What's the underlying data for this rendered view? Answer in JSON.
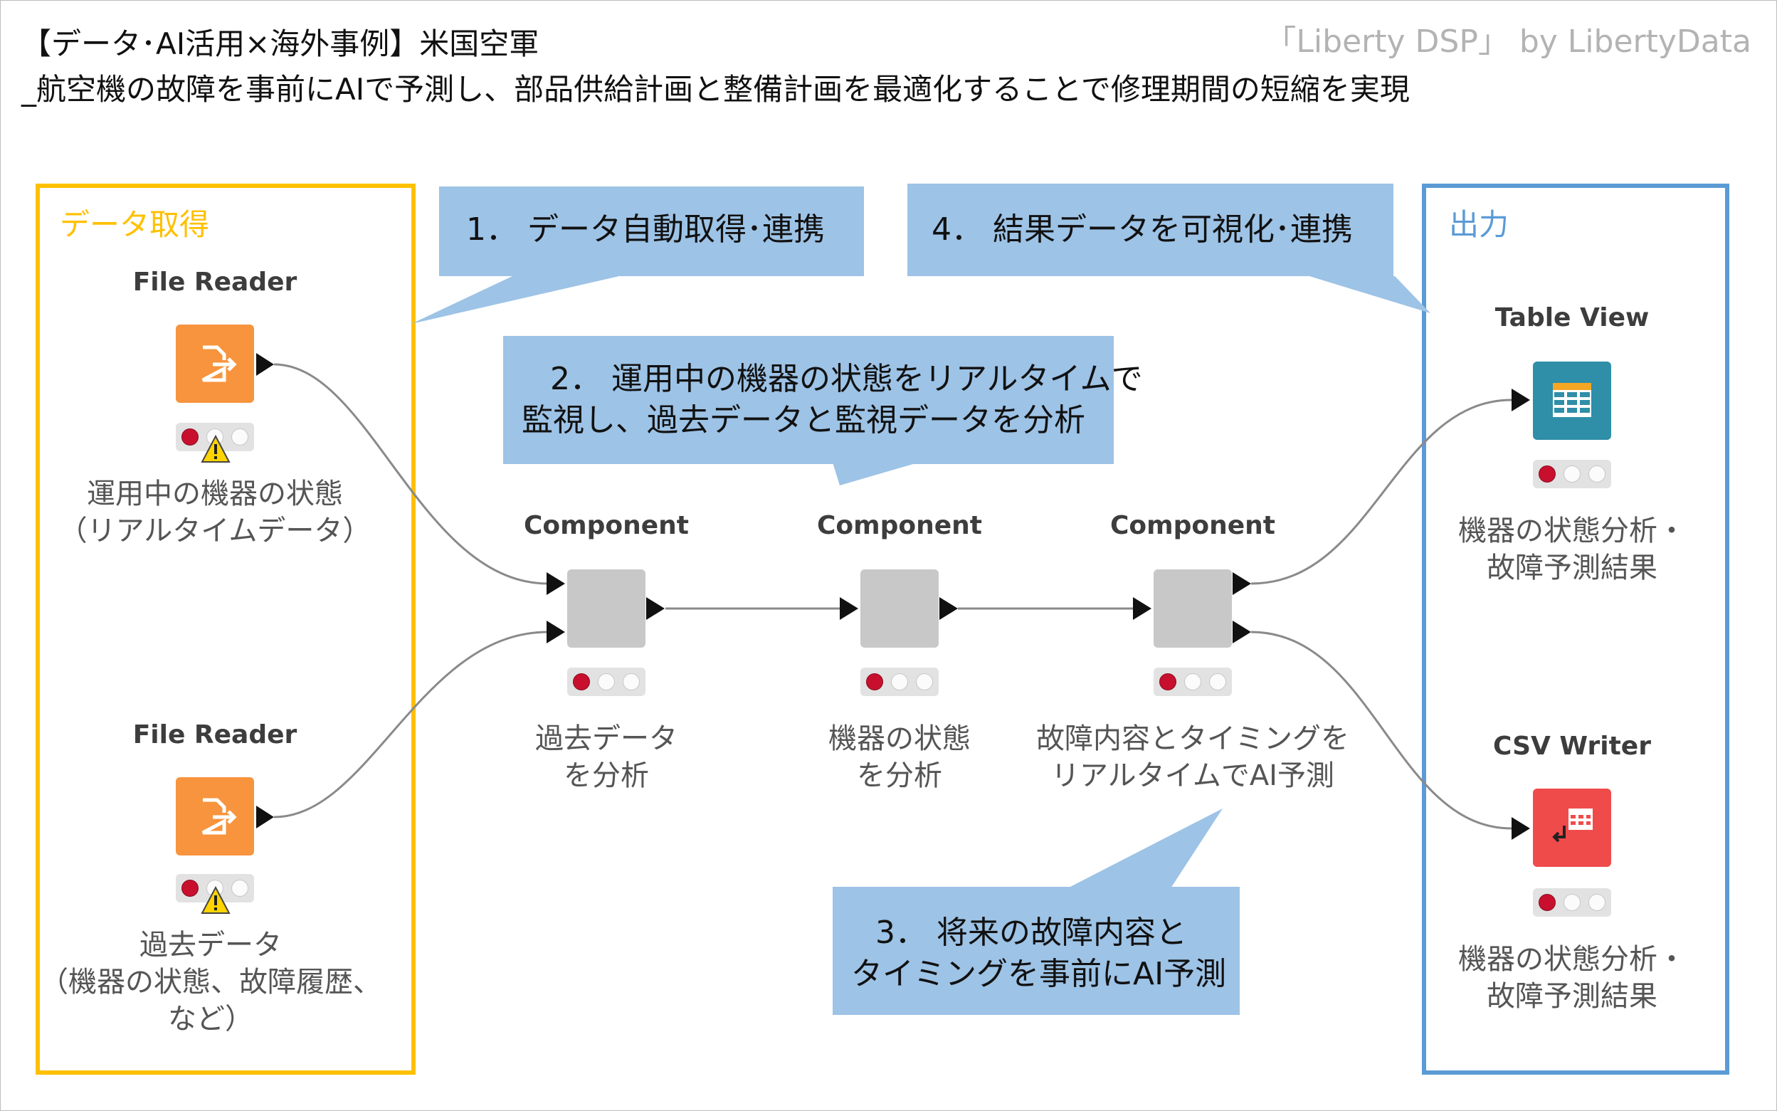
{
  "header": {
    "title_line1": "【データ･AI活用×海外事例】米国空軍",
    "title_line2": "_航空機の故障を事前にAIで予測し、部品供給計画と整備計画を最適化することで修理期間の短縮を実現",
    "brand": "「Liberty DSP」 by LibertyData"
  },
  "groups": {
    "data_acquisition": {
      "title": "データ取得",
      "color": "#ffc000"
    },
    "output": {
      "title": "出力",
      "color": "#5b9bd5"
    }
  },
  "callouts": {
    "c1": "1． データ自動取得･連携",
    "c2_line1": "2． 運用中の機器の状態をリアルタイムで",
    "c2_line2": "監視し、過去データと監視データを分析",
    "c3_line1": "3． 将来の故障内容と",
    "c3_line2": "タイミングを事前にAI予測",
    "c4": "4． 結果データを可視化･連携",
    "color": "#9dc3e6"
  },
  "nodes": {
    "file_reader_1": {
      "title": "File Reader",
      "desc_line1": "運用中の機器の状態",
      "desc_line2": "（リアルタイムデータ）",
      "icon": "file-reader-icon",
      "color": "#f7943d",
      "status": "warning"
    },
    "file_reader_2": {
      "title": "File Reader",
      "desc_line1": "過去データ",
      "desc_line2": "（機器の状態、故障履歴、",
      "desc_line3": "など）",
      "icon": "file-reader-icon",
      "color": "#f7943d",
      "status": "warning"
    },
    "component_1": {
      "title": "Component",
      "desc_line1": "過去データ",
      "desc_line2": "を分析",
      "color": "#c8c8c8"
    },
    "component_2": {
      "title": "Component",
      "desc_line1": "機器の状態",
      "desc_line2": "を分析",
      "color": "#c8c8c8"
    },
    "component_3": {
      "title": "Component",
      "desc_line1": "故障内容とタイミングを",
      "desc_line2": "リアルタイムでAI予測",
      "color": "#c8c8c8"
    },
    "table_view": {
      "title": "Table View",
      "desc_line1": "機器の状態分析・",
      "desc_line2": "故障予測結果",
      "icon": "table-icon",
      "color": "#2f8ea8"
    },
    "csv_writer": {
      "title": "CSV Writer",
      "desc_line1": "機器の状態分析・",
      "desc_line2": "故障予測結果",
      "icon": "csv-writer-icon",
      "color": "#f04b4b"
    }
  }
}
